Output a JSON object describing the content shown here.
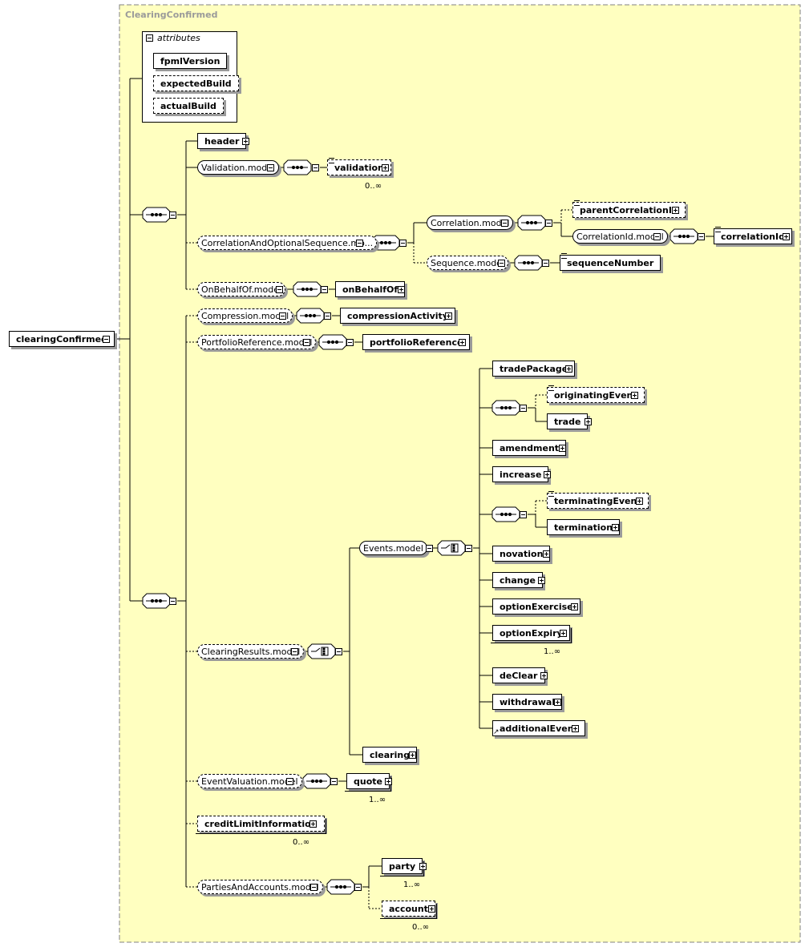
{
  "complex_type": "ClearingConfirmed",
  "root": "clearingConfirmed",
  "attributes": {
    "header": "attributes",
    "items": [
      "fpmlVersion",
      "expectedBuild",
      "actualBuild"
    ]
  },
  "elements": {
    "header": "header",
    "validation_model": "Validation.model",
    "validation": "validation",
    "validation_card": "0..∞",
    "correlation_seq": "CorrelationAndOptionalSequence.mo...",
    "correlation_model": "Correlation.model",
    "parentCorrelationId": "parentCorrelationId",
    "correlationId_model": "CorrelationId.model",
    "correlationId": "correlationId",
    "sequence_model": "Sequence.model",
    "sequenceNumber": "sequenceNumber",
    "onBehalfOf_model": "OnBehalfOf.model",
    "onBehalfOf": "onBehalfOf",
    "compression_model": "Compression.model",
    "compressionActivity": "compressionActivity",
    "portfolio_model": "PortfolioReference.model",
    "portfolioReference": "portfolioReference",
    "clearingResults_model": "ClearingResults.model",
    "events_model": "Events.model",
    "tradePackage": "tradePackage",
    "originatingEvent": "originatingEvent",
    "trade": "trade",
    "amendment": "amendment",
    "increase": "increase",
    "terminatingEvent": "terminatingEvent",
    "termination": "termination",
    "novation": "novation",
    "change": "change",
    "optionExercise": "optionExercise",
    "optionExpiry": "optionExpiry",
    "optionExpiry_card": "1..∞",
    "deClear": "deClear",
    "withdrawal": "withdrawal",
    "additionalEvent": "additionalEvent",
    "clearing": "clearing",
    "eventValuation_model": "EventValuation.model",
    "quote": "quote",
    "quote_card": "1..∞",
    "creditLimitInformation": "creditLimitInformation",
    "creditLimit_card": "0..∞",
    "parties_model": "PartiesAndAccounts.model",
    "party": "party",
    "party_card": "1..∞",
    "account": "account",
    "account_card": "0..∞"
  },
  "colors": {
    "background": "#ffffc0",
    "border_dash": "#808080",
    "title": "#9a9a9a"
  }
}
